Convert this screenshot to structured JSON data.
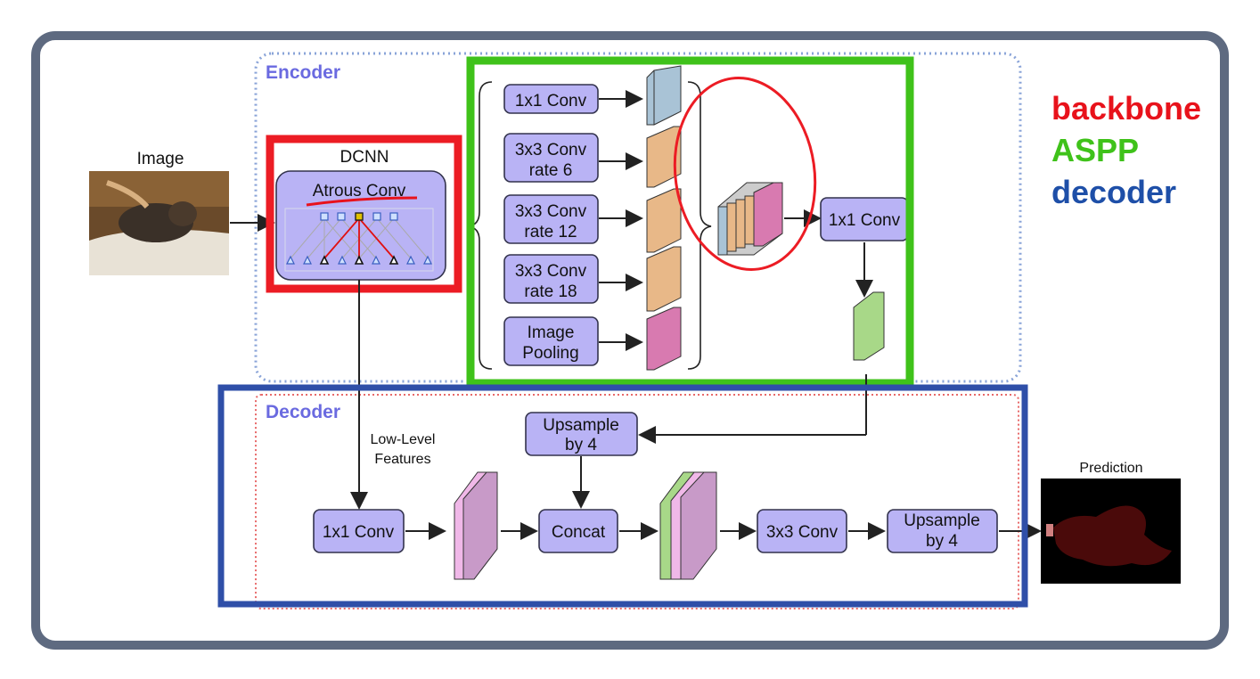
{
  "image_label": "Image",
  "prediction_label": "Prediction",
  "encoder": {
    "title": "Encoder",
    "dcnn": {
      "title": "DCNN",
      "inner": "Atrous Conv"
    },
    "aspp": [
      {
        "line1": "1x1 Conv",
        "line2": ""
      },
      {
        "line1": "3x3 Conv",
        "line2": "rate 6"
      },
      {
        "line1": "3x3 Conv",
        "line2": "rate 12"
      },
      {
        "line1": "3x3 Conv",
        "line2": "rate 18"
      },
      {
        "line1": "Image",
        "line2": "Pooling"
      }
    ],
    "fuse_conv": "1x1 Conv"
  },
  "decoder": {
    "title": "Decoder",
    "low_level": [
      "Low-Level",
      "Features"
    ],
    "conv_low": "1x1 Conv",
    "upsample_top": [
      "Upsample",
      "by 4"
    ],
    "concat": "Concat",
    "conv3": "3x3 Conv",
    "upsample_out": [
      "Upsample",
      "by 4"
    ]
  },
  "legend": {
    "backbone": {
      "text": "backbone",
      "color": "#e8121b"
    },
    "aspp": {
      "text": "ASPP",
      "color": "#3fc21a"
    },
    "decoder": {
      "text": "decoder",
      "color": "#1e4fa8"
    }
  }
}
